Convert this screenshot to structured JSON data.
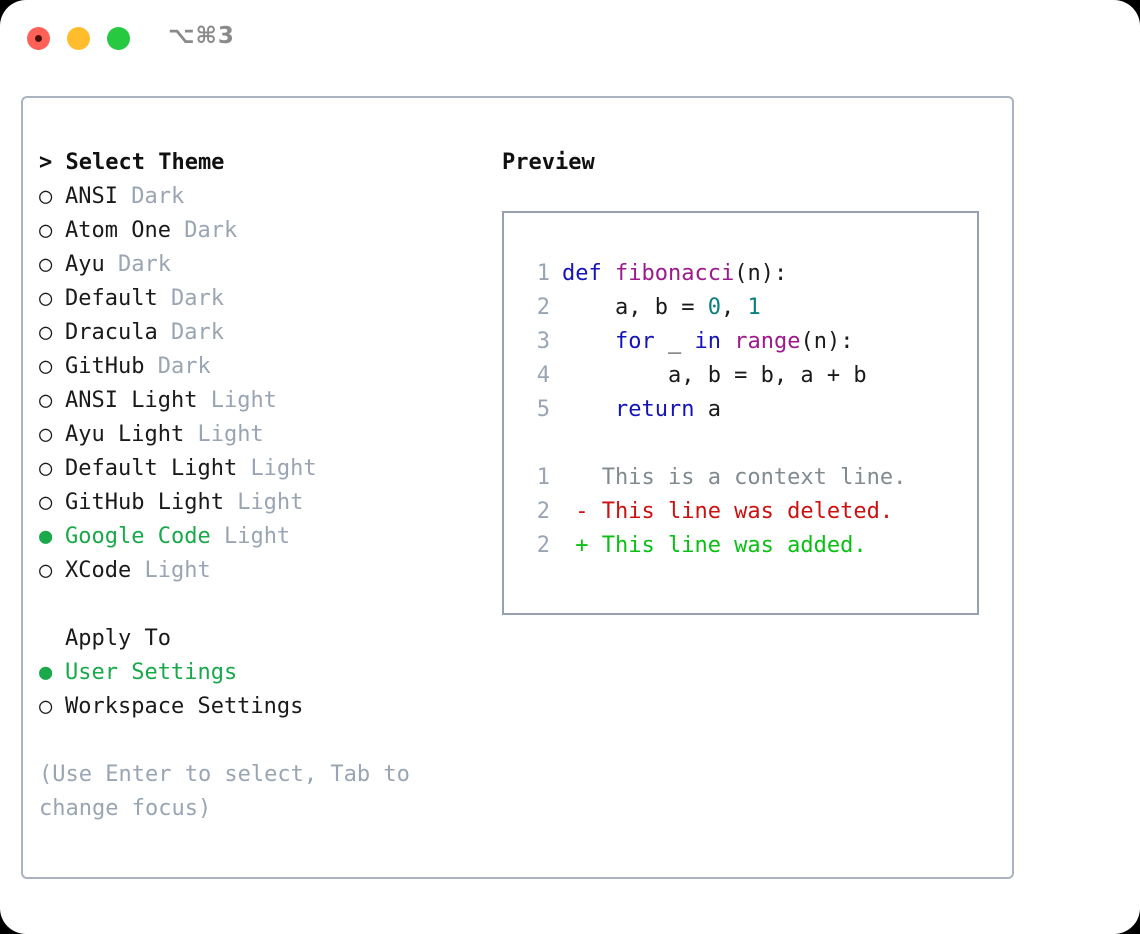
{
  "titlebar": {
    "shortcut": "⌥⌘3",
    "buttons": [
      {
        "name": "close",
        "color": "#ff6159"
      },
      {
        "name": "minimize",
        "color": "#ffbd2e"
      },
      {
        "name": "maximize",
        "color": "#26c940"
      }
    ]
  },
  "theme_panel": {
    "heading": "> Select Theme",
    "marker_selected": "●",
    "marker_unselected": "○",
    "options": [
      {
        "name": "ANSI",
        "badge": "Dark",
        "selected": false
      },
      {
        "name": "Atom One",
        "badge": "Dark",
        "selected": false
      },
      {
        "name": "Ayu",
        "badge": "Dark",
        "selected": false
      },
      {
        "name": "Default",
        "badge": "Dark",
        "selected": false
      },
      {
        "name": "Dracula",
        "badge": "Dark",
        "selected": false
      },
      {
        "name": "GitHub",
        "badge": "Dark",
        "selected": false
      },
      {
        "name": "ANSI Light",
        "badge": "Light",
        "selected": false
      },
      {
        "name": "Ayu Light",
        "badge": "Light",
        "selected": false
      },
      {
        "name": "Default Light",
        "badge": "Light",
        "selected": false
      },
      {
        "name": "GitHub Light",
        "badge": "Light",
        "selected": false
      },
      {
        "name": "Google Code",
        "badge": "Light",
        "selected": true
      },
      {
        "name": "XCode",
        "badge": "Light",
        "selected": false
      }
    ]
  },
  "apply_to": {
    "heading": "Apply To",
    "options": [
      {
        "name": "User Settings",
        "selected": true
      },
      {
        "name": "Workspace Settings",
        "selected": false
      }
    ]
  },
  "hint": "(Use Enter to select, Tab to change focus)",
  "preview": {
    "title": "Preview",
    "code_lines": [
      {
        "no": "1",
        "tokens": [
          {
            "t": "def ",
            "c": "kw"
          },
          {
            "t": "fibonacci",
            "c": "fn"
          },
          {
            "t": "(n):",
            "c": "punc"
          }
        ]
      },
      {
        "no": "2",
        "tokens": [
          {
            "t": "    a, b = ",
            "c": "txt"
          },
          {
            "t": "0",
            "c": "num"
          },
          {
            "t": ", ",
            "c": "txt"
          },
          {
            "t": "1",
            "c": "num"
          }
        ]
      },
      {
        "no": "3",
        "tokens": [
          {
            "t": "    ",
            "c": "txt"
          },
          {
            "t": "for",
            "c": "kw"
          },
          {
            "t": " _ ",
            "c": "txt"
          },
          {
            "t": "in",
            "c": "kw"
          },
          {
            "t": " ",
            "c": "txt"
          },
          {
            "t": "range",
            "c": "fn"
          },
          {
            "t": "(n):",
            "c": "punc"
          }
        ]
      },
      {
        "no": "4",
        "tokens": [
          {
            "t": "        a, b = b, a + b",
            "c": "txt"
          }
        ]
      },
      {
        "no": "5",
        "tokens": [
          {
            "t": "    ",
            "c": "txt"
          },
          {
            "t": "return",
            "c": "kw"
          },
          {
            "t": " a",
            "c": "txt"
          }
        ]
      }
    ],
    "diff_lines": [
      {
        "no": "1",
        "marker": " ",
        "text": "This is a context line.",
        "kind": "ctx"
      },
      {
        "no": "2",
        "marker": "-",
        "text": "This line was deleted.",
        "kind": "del"
      },
      {
        "no": "2",
        "marker": "+",
        "text": "This line was added.",
        "kind": "add"
      }
    ]
  },
  "colors": {
    "accent_green": "#19a94a",
    "diff_add": "#0ac014",
    "diff_del": "#cc1111",
    "keyword": "#1414b8",
    "function": "#9c1a8c",
    "number": "#0b7f80",
    "muted": "#9aa5b4",
    "border": "#aab3c0"
  }
}
